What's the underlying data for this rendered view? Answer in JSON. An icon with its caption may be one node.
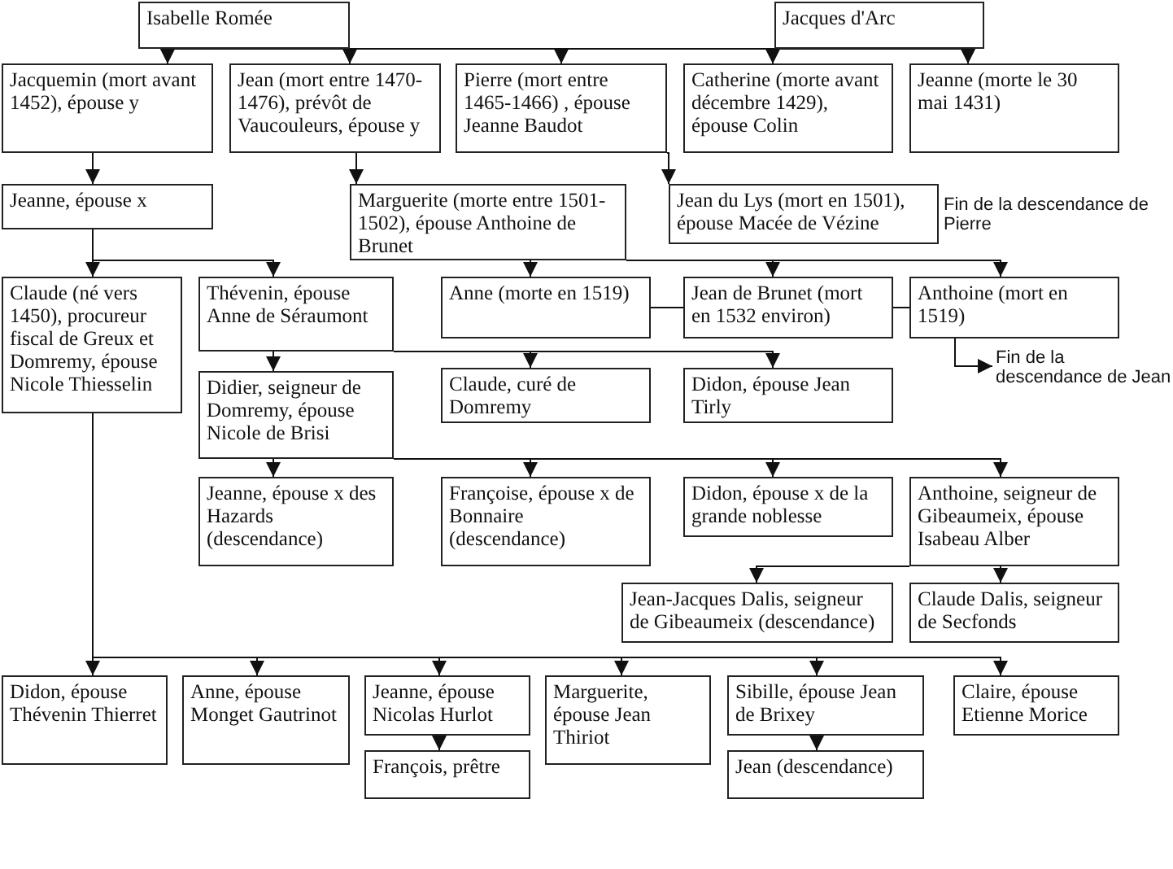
{
  "diagram": {
    "nodes": [
      {
        "text": [
          "Isabelle Romée"
        ]
      },
      {
        "text": [
          "Jacques d'Arc"
        ]
      },
      {
        "text": [
          "Jacquemin (mort avant 1452), épouse y"
        ]
      },
      {
        "text": [
          "Jean (mort entre 1470-1476), prévôt de Vaucouleurs, épouse y"
        ]
      },
      {
        "text": [
          "Pierre (mort entre 1465-1466) , épouse Jeanne Baudot"
        ]
      },
      {
        "text": [
          "Catherine (morte avant décembre 1429), épouse Colin"
        ]
      },
      {
        "text": [
          "Jeanne (morte le 30 mai 1431)"
        ]
      },
      {
        "text": [
          "Jeanne, épouse x"
        ]
      },
      {
        "text": [
          "Marguerite (morte entre 1501-1502), épouse Anthoine de Brunet"
        ]
      },
      {
        "text": [
          "Jean du Lys (mort en 1501), épouse Macée de Vézine"
        ]
      },
      {
        "text": [
          "Claude (né vers 1450), procureur fiscal de Greux et Domremy, épouse Nicole Thiesselin"
        ]
      },
      {
        "text": [
          "Thévenin, épouse Anne de Séraumont"
        ]
      },
      {
        "text": [
          "Anne (morte en 1519)"
        ]
      },
      {
        "text": [
          "Jean de Brunet (mort en 1532 environ)"
        ]
      },
      {
        "text": [
          "Anthoine (mort en 1519)"
        ]
      },
      {
        "text": [
          "Fin de la descendance de Jean"
        ]
      },
      {
        "text": [
          "Didier, seigneur de Domremy, épouse Nicole de Brisi"
        ]
      },
      {
        "text": [
          "Claude, curé de Domremy"
        ]
      },
      {
        "text": [
          "Didon, épouse Jean Tirly"
        ]
      },
      {
        "text": [
          "Jeanne, épouse x des Hazards (descendance)"
        ]
      },
      {
        "text": [
          "Françoise, épouse x de Bonnaire (descendance)"
        ]
      },
      {
        "text": [
          "Didon, épouse x de la grande noblesse"
        ]
      },
      {
        "text": [
          "Anthoine, seigneur de Gibeaumeix, épouse Isabeau Alber"
        ]
      },
      {
        "text": [
          "Jean-Jacques Dalis, seigneur de Gibeaumeix (descendance)"
        ]
      },
      {
        "text": [
          "Claude Dalis, seigneur de Secfonds"
        ]
      },
      {
        "text": [
          "Didon, épouse Thévenin Thierret"
        ]
      },
      {
        "text": [
          "Anne, épouse Monget Gautrinot"
        ]
      },
      {
        "text": [
          "Jeanne, épouse Nicolas Hurlot"
        ]
      },
      {
        "text": [
          "Marguerite, épouse Jean Thiriot"
        ]
      },
      {
        "text": [
          "Sibille, épouse Jean de Brixey"
        ]
      },
      {
        "text": [
          "Claire, épouse Etienne Morice"
        ]
      },
      {
        "text": [
          "François, prêtre"
        ]
      },
      {
        "text": [
          "Jean (descendance)"
        ]
      }
    ],
    "edges": [
      {
        "from": 0,
        "to": 2,
        "arrow": "to"
      },
      {
        "from": 0,
        "to": 3,
        "arrow": "to"
      },
      {
        "from": 0,
        "to": 4,
        "arrow": "to"
      },
      {
        "from": 0,
        "to": 5,
        "arrow": "to"
      },
      {
        "from": 0,
        "to": 6,
        "arrow": "to"
      },
      {
        "from": 1,
        "to": 2,
        "arrow": "to"
      },
      {
        "from": 1,
        "to": 3,
        "arrow": "to"
      },
      {
        "from": 1,
        "to": 4,
        "arrow": "to"
      },
      {
        "from": 1,
        "to": 5,
        "arrow": "to"
      },
      {
        "from": 1,
        "to": 6,
        "arrow": "to"
      },
      {
        "from": 2,
        "to": 7,
        "arrow": "to"
      },
      {
        "from": 3,
        "to": 8,
        "arrow": "to"
      },
      {
        "from": 4,
        "to": 9,
        "arrow": "to"
      },
      {
        "from": 7,
        "to": 10,
        "arrow": "to"
      },
      {
        "from": 7,
        "to": 11,
        "arrow": "to"
      },
      {
        "from": 8,
        "to": 12,
        "arrow": "to"
      },
      {
        "from": 8,
        "to": 13,
        "arrow": "to"
      },
      {
        "from": 8,
        "to": 14,
        "arrow": "to"
      },
      {
        "from": 12,
        "to": 13,
        "arrow": "none"
      },
      {
        "from": 13,
        "to": 14,
        "arrow": "none"
      },
      {
        "from": 14,
        "to": 15,
        "arrow": "to"
      },
      {
        "from": 11,
        "to": 16,
        "arrow": "to"
      },
      {
        "from": 11,
        "to": 17,
        "arrow": "to"
      },
      {
        "from": 11,
        "to": 18,
        "arrow": "to"
      },
      {
        "from": 16,
        "to": 19,
        "arrow": "to"
      },
      {
        "from": 16,
        "to": 20,
        "arrow": "to"
      },
      {
        "from": 16,
        "to": 21,
        "arrow": "to"
      },
      {
        "from": 16,
        "to": 22,
        "arrow": "to"
      },
      {
        "from": 22,
        "to": 23,
        "arrow": "to"
      },
      {
        "from": 22,
        "to": 24,
        "arrow": "to"
      },
      {
        "from": 10,
        "to": 25,
        "arrow": "to"
      },
      {
        "from": 10,
        "to": 26,
        "arrow": "to"
      },
      {
        "from": 10,
        "to": 27,
        "arrow": "to"
      },
      {
        "from": 10,
        "to": 28,
        "arrow": "to"
      },
      {
        "from": 10,
        "to": 29,
        "arrow": "to"
      },
      {
        "from": 10,
        "to": 30,
        "arrow": "to"
      },
      {
        "from": 27,
        "to": 31,
        "arrow": "to"
      },
      {
        "from": 29,
        "to": 32,
        "arrow": "to"
      }
    ],
    "labels": [
      "Fin de la descendance de Pierre"
    ]
  }
}
